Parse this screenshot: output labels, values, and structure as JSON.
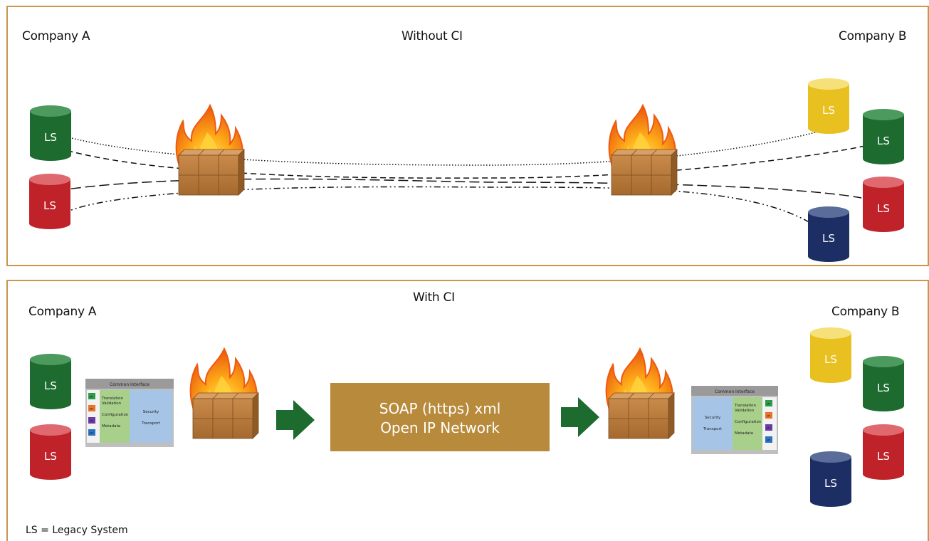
{
  "top": {
    "title": "Without CI",
    "company_a": "Company A",
    "company_b": "Company B"
  },
  "bottom": {
    "title": "With CI",
    "company_a": "Company A",
    "company_b": "Company B",
    "network_line1": "SOAP (https) xml",
    "network_line2": "Open IP Network"
  },
  "common_interface": {
    "title": "Common Interface",
    "api": "API",
    "translation": "Translation",
    "validation": "Validation",
    "configuration": "Configuration",
    "metadata": "Metadata",
    "security": "Security",
    "transport": "Transport"
  },
  "cylinder_label": "LS",
  "legend": "LS = Legacy System",
  "colors": {
    "border": "#c9964a",
    "green": "#1e6b30",
    "red": "#c0222a",
    "yellow": "#e8c020",
    "navy": "#1c2e63",
    "network_box": "#b88a3c",
    "arrow": "#1e6b30"
  },
  "icons": {
    "firewall": "firewall-icon",
    "arrow": "arrow-right-icon",
    "database": "database-cylinder-icon"
  }
}
